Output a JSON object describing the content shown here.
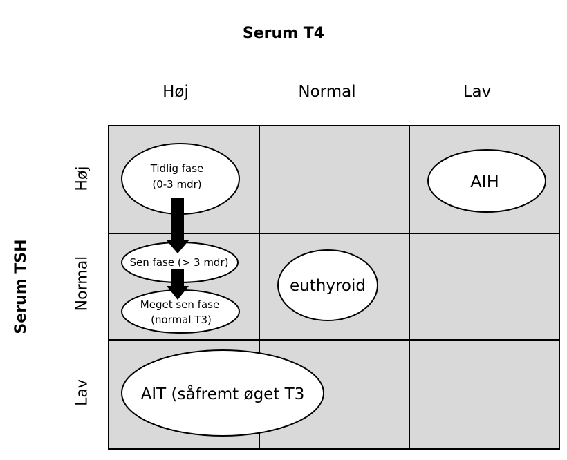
{
  "title_top": "Serum T4",
  "title_left": "Serum TSH",
  "columns": [
    "Høj",
    "Normal",
    "Lav"
  ],
  "rows": [
    "Høj",
    "Normal",
    "Lav"
  ],
  "nodes": {
    "early_line1": "Tidlig fase",
    "early_line2": "(0-3 mdr)",
    "aih": "AIH",
    "late": "Sen fase (> 3 mdr)",
    "very_late_line1": "Meget sen fase",
    "very_late_line2": "(normal T3)",
    "euthyroid": "euthyroid",
    "ait": "AIT (såfremt øget T3"
  },
  "colors": {
    "cell_fill": "#d9d9d9",
    "border": "#000000",
    "ellipse_fill": "#ffffff"
  }
}
